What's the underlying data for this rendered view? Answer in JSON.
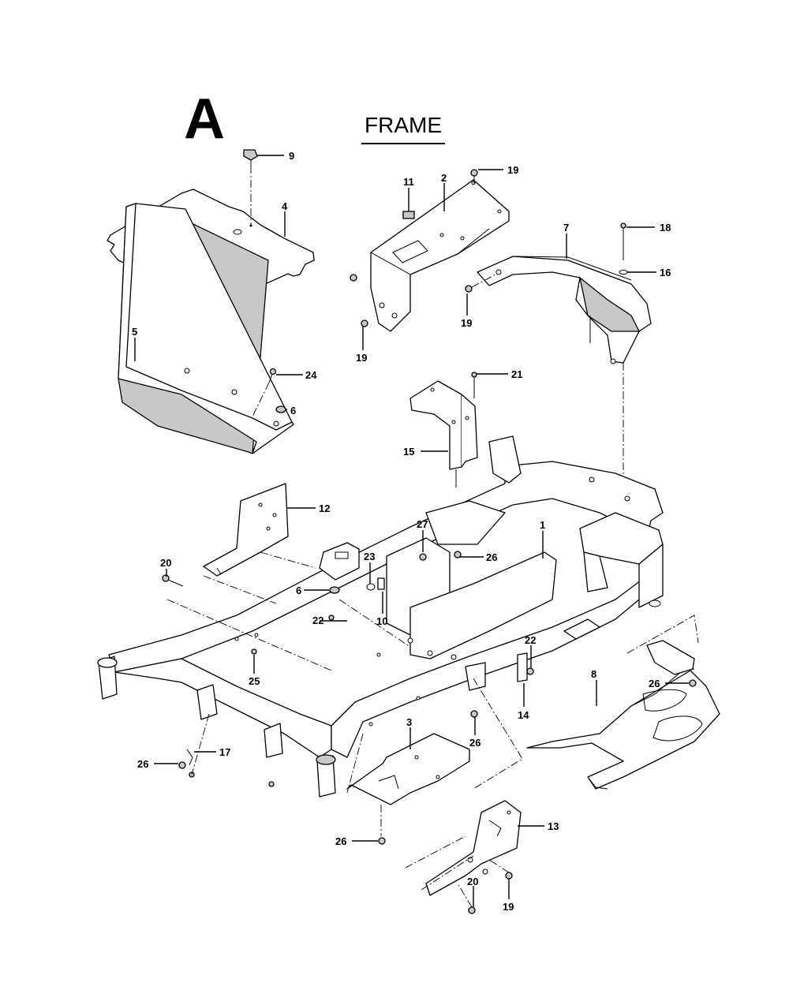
{
  "header": {
    "section_letter": "A",
    "title": "FRAME"
  },
  "callouts": [
    "9",
    "4",
    "11",
    "2",
    "19",
    "7",
    "18",
    "16",
    "19",
    "19",
    "5",
    "24",
    "6",
    "21",
    "15",
    "12",
    "27",
    "1",
    "26",
    "20",
    "23",
    "6",
    "10",
    "22",
    "25",
    "22",
    "14",
    "8",
    "26",
    "3",
    "26",
    "26",
    "17",
    "26",
    "13",
    "20",
    "19"
  ]
}
